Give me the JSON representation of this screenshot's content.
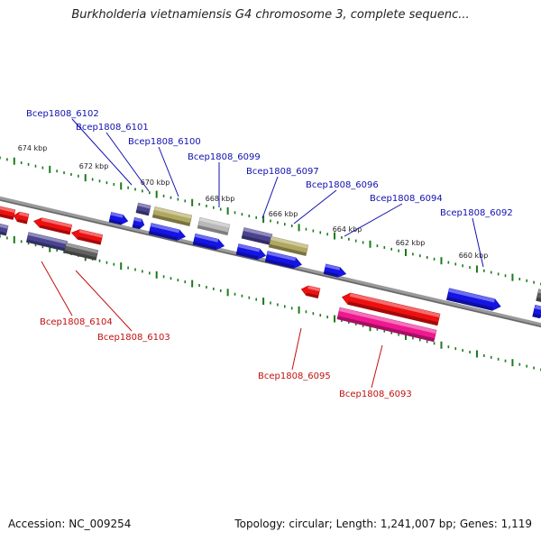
{
  "title": "Burkholderia vietnamiensis G4 chromosome 3, complete sequenc...",
  "footer": {
    "accession": "Accession: NC_009254",
    "summary": "Topology: circular; Length: 1,241,007 bp; Genes: 1,119"
  },
  "colors": {
    "forward_label": "#1010b0",
    "reverse_label": "#c01010",
    "tick": "#1a7a1a",
    "backbone": "#8a8a8a",
    "gene_blue": "#1414e6",
    "gene_red": "#ee1010",
    "gene_purple": "#4a4490",
    "gene_olive": "#b0a860",
    "gene_gray": "#b8b8b8",
    "gene_darkgray": "#606060",
    "gene_pink": "#f01890"
  },
  "scale": {
    "unit": "kbp",
    "ticks": [
      {
        "kbp": 674,
        "label": "674 kbp"
      },
      {
        "kbp": 672,
        "label": "672 kbp"
      },
      {
        "kbp": 670,
        "label": "670 kbp"
      },
      {
        "kbp": 668,
        "label": "668 kbp"
      },
      {
        "kbp": 666,
        "label": "666 kbp"
      },
      {
        "kbp": 664,
        "label": "664 kbp"
      },
      {
        "kbp": 662,
        "label": "662 kbp"
      },
      {
        "kbp": 660,
        "label": "660 kbp"
      }
    ]
  },
  "gene_labels": {
    "forward": [
      {
        "id": "Bcep1808_6102"
      },
      {
        "id": "Bcep1808_6101"
      },
      {
        "id": "Bcep1808_6100"
      },
      {
        "id": "Bcep1808_6099"
      },
      {
        "id": "Bcep1808_6097"
      },
      {
        "id": "Bcep1808_6096"
      },
      {
        "id": "Bcep1808_6094"
      },
      {
        "id": "Bcep1808_6092"
      }
    ],
    "reverse": [
      {
        "id": "Bcep1808_6104"
      },
      {
        "id": "Bcep1808_6103"
      },
      {
        "id": "Bcep1808_6095"
      },
      {
        "id": "Bcep1808_6093"
      }
    ]
  }
}
